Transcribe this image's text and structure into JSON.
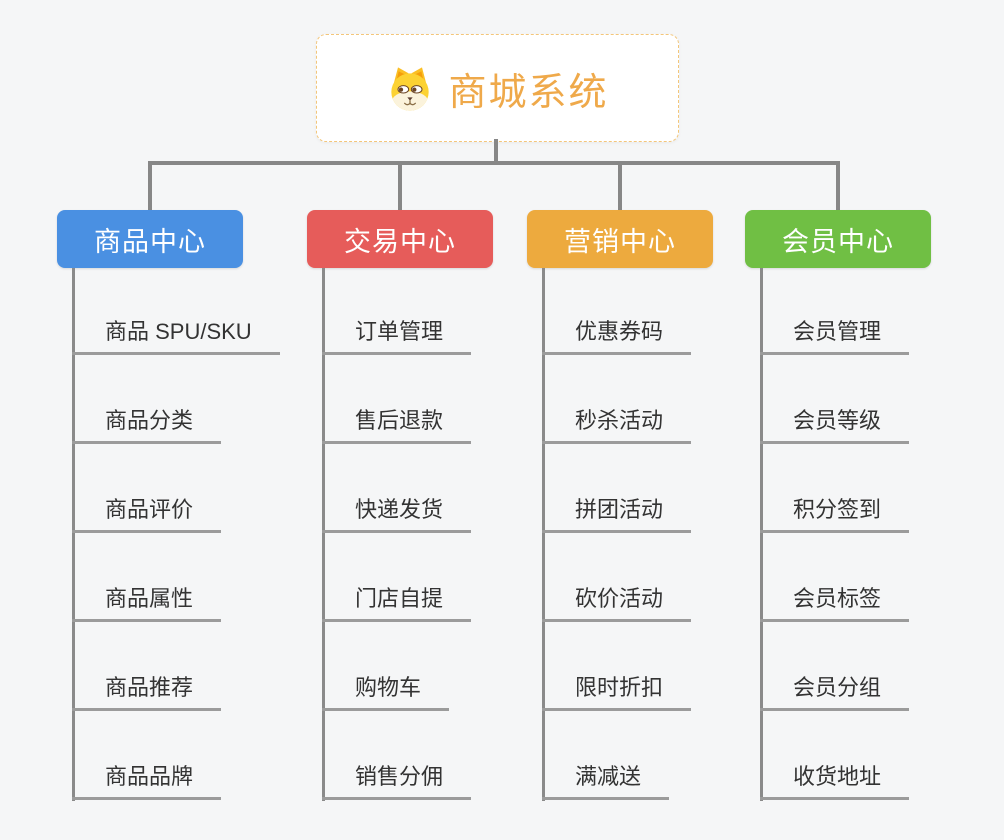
{
  "canvas": {
    "background": "#f5f6f7",
    "connector_color": "#878787"
  },
  "root": {
    "label": "商城系统",
    "icon": "dog-face-icon",
    "text_color": "#efa94a",
    "border_color": "#f3c67a",
    "background": "#ffffff"
  },
  "branches": [
    {
      "label": "商品中心",
      "color": "#4a90e2",
      "children": [
        "商品 SPU/SKU",
        "商品分类",
        "商品评价",
        "商品属性",
        "商品推荐",
        "商品品牌"
      ]
    },
    {
      "label": "交易中心",
      "color": "#e65c5a",
      "children": [
        "订单管理",
        "售后退款",
        "快递发货",
        "门店自提",
        "购物车",
        "销售分佣"
      ]
    },
    {
      "label": "营销中心",
      "color": "#edaa3e",
      "children": [
        "优惠券码",
        "秒杀活动",
        "拼团活动",
        "砍价活动",
        "限时折扣",
        "满减送"
      ]
    },
    {
      "label": "会员中心",
      "color": "#70bf44",
      "children": [
        "会员管理",
        "会员等级",
        "积分签到",
        "会员标签",
        "会员分组",
        "收货地址"
      ]
    }
  ]
}
